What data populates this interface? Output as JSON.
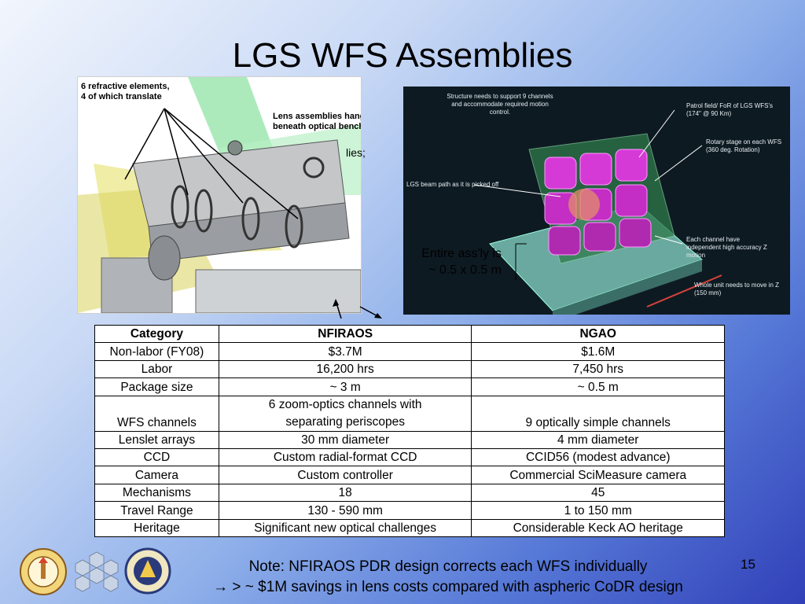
{
  "slide": {
    "title": "LGS WFS Assemblies",
    "page_number": "15",
    "obscured_text": "lies;"
  },
  "left_image": {
    "label_refractive": "6 refractive elements,\n4 of which translate",
    "label_lens": "Lens assemblies hang\nbeneath optical bench"
  },
  "right_image": {
    "label_structure": "Structure needs to support 9 channels and accommodate required motion control.",
    "label_patrol": "Patrol field/ FoR of LGS WFS's (174\" @ 90 Km)",
    "label_rotary": "Rotary stage on each WFS (360 deg. Rotation)",
    "label_beam": "LGS beam path as it is picked off",
    "label_channel": "Each channel have independent high accuracy Z motion",
    "label_whole": "Whole unit needs to move in Z (150 mm)"
  },
  "overlay": {
    "line1": "Entire ass'ly is",
    "line2": "~ 0.5 x 0.5 m"
  },
  "table": {
    "headers": [
      "Category",
      "NFIRAOS",
      "NGAO"
    ],
    "rows": [
      [
        "Non-labor (FY08)",
        "$3.7M",
        "$1.6M"
      ],
      [
        "Labor",
        "16,200 hrs",
        "7,450 hrs"
      ],
      [
        "Package size",
        "~ 3 m",
        "~ 0.5 m"
      ],
      [
        "WFS channels",
        "6 zoom-optics channels with separating periscopes",
        "9 optically simple channels"
      ],
      [
        "Lenslet arrays",
        "30 mm diameter",
        "4 mm diameter"
      ],
      [
        "CCD",
        "Custom radial-format CCD",
        "CCID56 (modest advance)"
      ],
      [
        "Camera",
        "Custom controller",
        "Commercial SciMeasure camera"
      ],
      [
        "Mechanisms",
        "18",
        "45"
      ],
      [
        "Travel Range",
        "130 - 590 mm",
        "1 to 150 mm"
      ],
      [
        "Heritage",
        "Significant new optical challenges",
        "Considerable Keck AO heritage"
      ]
    ]
  },
  "note": {
    "line1": "Note: NFIRAOS PDR design corrects each WFS individually",
    "line2": "→ > ~ $1M savings in lens costs compared with aspheric CoDR design"
  },
  "icons": [
    "caltech-seal-icon",
    "keck-hex-mirror-icon",
    "uc-seal-icon"
  ]
}
